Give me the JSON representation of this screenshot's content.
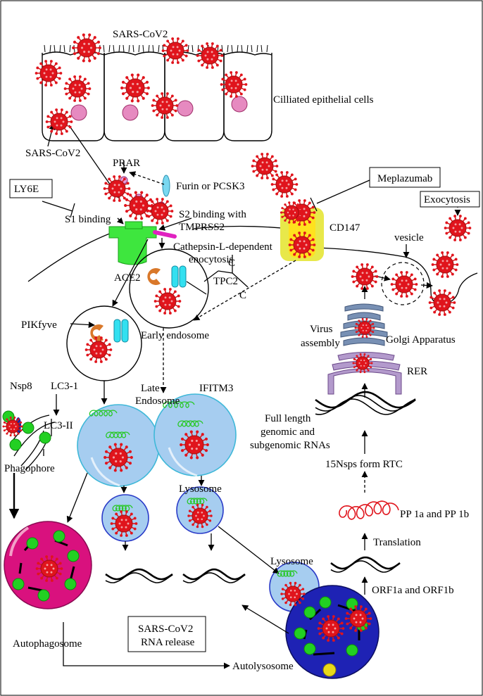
{
  "labels": {
    "sars_top": "SARS-CoV2",
    "ciliated": "Cilliated epithelial cells",
    "sars_left": "SARS-CoV2",
    "prar": "PRAR",
    "furin": "Furin or PCSK3",
    "ly6e": "LY6E",
    "s1_binding": "S1 binding",
    "s2_binding_1": "S2 binding with",
    "s2_binding_2": "TMPRSS2",
    "ace2": "ACE2",
    "meplazumab": "Meplazumab",
    "cd147": "CD147",
    "exocytosis": "Exocytosis",
    "vesicle": "vesicle",
    "cathepsin_1": "Cathepsin-L-dependent",
    "cathepsin_2": "enocytosis",
    "tpc2": "TPC2",
    "pikfyve": "PIKfyve",
    "early_endosome": "Early endosome",
    "virus_assembly_1": "Virus",
    "virus_assembly_2": "assembly",
    "golgi": "Golgi Apparatus",
    "rer": "RER",
    "full_length_1": "Full length",
    "full_length_2": "genomic and",
    "full_length_3": "subgenomic RNAs",
    "late_endosome_1": "Late",
    "late_endosome_2": "Endosome",
    "ifitm3": "IFITM3",
    "nsp8": "Nsp8",
    "lc3_1": "LC3-1",
    "lc3_2": "LC3-II",
    "phagophore": "Phagophore",
    "nsps_rtc": "15Nsps form RTC",
    "lysosome_mid": "Lysosome",
    "pp1a": "PP 1a and PP 1b",
    "translation": "Translation",
    "lysosome_right": "Lysosome",
    "orf": "ORF1a and ORF1b",
    "autophagosome": "Autophagosome",
    "rna_release_1": "SARS-CoV2",
    "rna_release_2": "RNA release",
    "autolysosome": "Autolysosome",
    "inhibit_c1": "C",
    "inhibit_c2": "C"
  },
  "colors": {
    "virus": "#e0141c",
    "virus_dark": "#a01010",
    "nucleus": "#e68ac0",
    "ace2": "#3ee63e",
    "cd147": "#ffe21e",
    "endosome_fill": "#a6cdf0",
    "late_endosome_stroke": "#3fb8d8",
    "lysosome_stroke": "#2a3bc8",
    "autophagosome": "#d9117e",
    "autolysosome": "#1e22b4",
    "green_dot": "#22d022",
    "tpc2": "#33e0f0",
    "pikfyve": "#d9782a",
    "furin": "#7ad8f0",
    "golgi": "#7890b4",
    "rer": "#b39acc",
    "pp_coil": "#e0141c"
  }
}
